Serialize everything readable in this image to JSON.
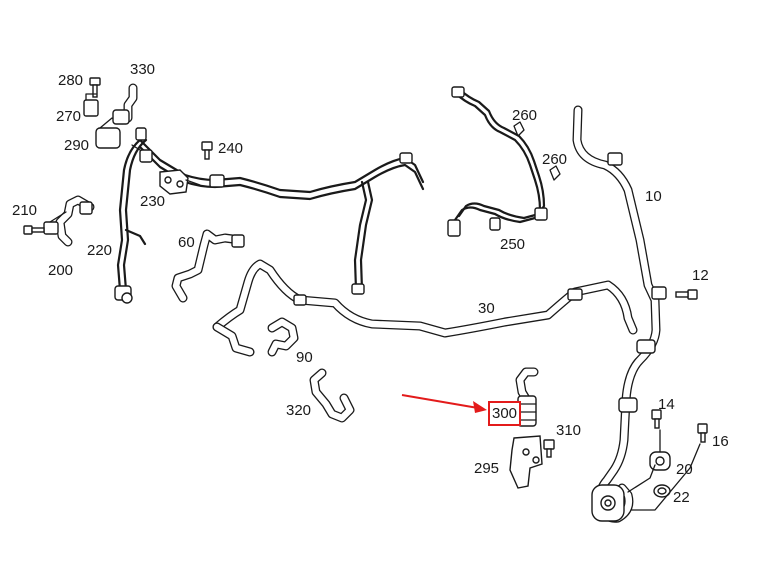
{
  "labels": {
    "p330": "330",
    "p280": "280",
    "p270": "270",
    "p290": "290",
    "p240": "240",
    "p230": "230",
    "p210": "210",
    "p220": "220",
    "p200": "200",
    "p60": "60",
    "p260a": "260",
    "p260b": "260",
    "p250": "250",
    "p10": "10",
    "p12": "12",
    "p30": "30",
    "p90": "90",
    "p320": "320",
    "p300": "300",
    "p310": "310",
    "p295": "295",
    "p14": "14",
    "p16": "16",
    "p20": "20",
    "p22": "22"
  },
  "highlight": {
    "part": "300",
    "color": "#e31b1b"
  },
  "colors": {
    "line": "#1a1a1a",
    "arrow": "#e31b1b",
    "background": "#ffffff"
  }
}
